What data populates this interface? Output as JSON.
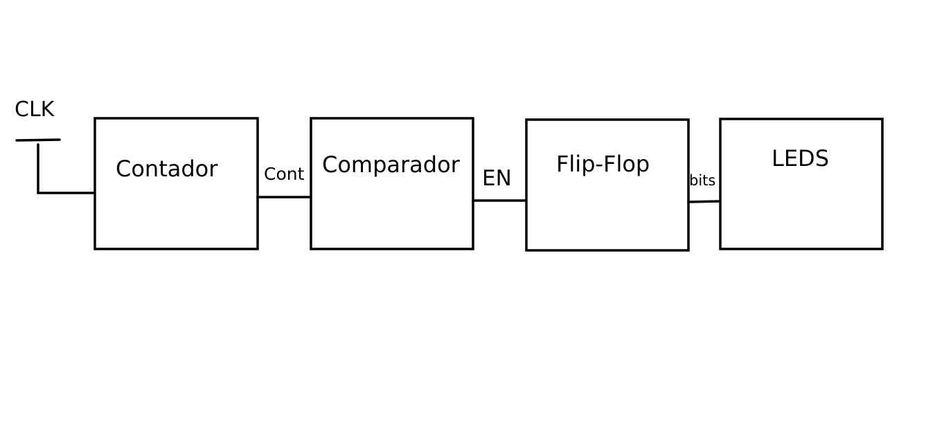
{
  "clock": {
    "label": "CLK"
  },
  "blocks": [
    {
      "id": "contador",
      "label": "Contador"
    },
    {
      "id": "comparador",
      "label": "Comparador"
    },
    {
      "id": "flip-flop",
      "label": "Flip-Flop"
    },
    {
      "id": "leds",
      "label": "LEDS"
    }
  ],
  "signals": {
    "contador_to_comparador": "Cont",
    "comparador_to_flipflop": "EN",
    "flipflop_to_leds": "bits"
  },
  "colors": {
    "line": "#000000",
    "background": "#ffffff"
  }
}
